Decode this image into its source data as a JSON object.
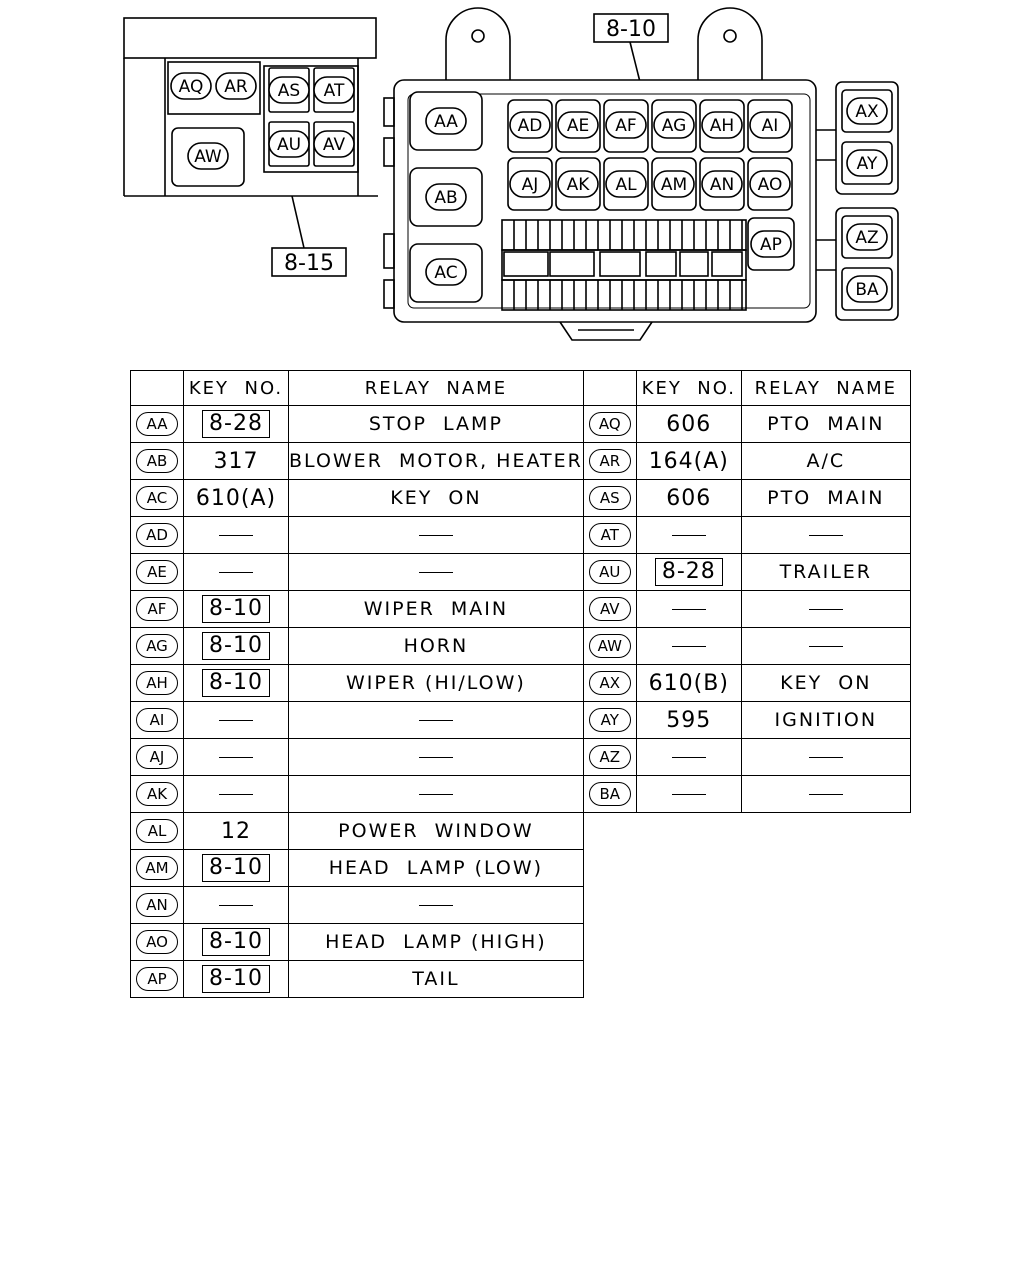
{
  "diagram": {
    "ref_8_10": "8-10",
    "ref_8_15": "8-15",
    "left_block": [
      "AQ",
      "AR",
      "AS",
      "AT",
      "AU",
      "AV",
      "AW"
    ],
    "main_big": [
      "AA",
      "AB",
      "AC"
    ],
    "main_row1": [
      "AD",
      "AE",
      "AF",
      "AG",
      "AH",
      "AI"
    ],
    "main_row2": [
      "AJ",
      "AK",
      "AL",
      "AM",
      "AN",
      "AO"
    ],
    "main_extra": "AP",
    "right_top": [
      "AX",
      "AY"
    ],
    "right_bottom": [
      "AZ",
      "BA"
    ]
  },
  "table": {
    "header_key": "KEY  NO.",
    "header_relay": "RELAY  NAME",
    "left_rows": [
      {
        "key": "AA",
        "code": "8-28",
        "boxed": true,
        "name": "STOP  LAMP"
      },
      {
        "key": "AB",
        "code": "317",
        "boxed": false,
        "name": "BLOWER  MOTOR, HEATER"
      },
      {
        "key": "AC",
        "code": "610(A)",
        "boxed": false,
        "name": "KEY  ON"
      },
      {
        "key": "AD",
        "code": "",
        "boxed": false,
        "name": ""
      },
      {
        "key": "AE",
        "code": "",
        "boxed": false,
        "name": ""
      },
      {
        "key": "AF",
        "code": "8-10",
        "boxed": true,
        "name": "WIPER  MAIN"
      },
      {
        "key": "AG",
        "code": "8-10",
        "boxed": true,
        "name": "HORN"
      },
      {
        "key": "AH",
        "code": "8-10",
        "boxed": true,
        "name": "WIPER (HI/LOW)"
      },
      {
        "key": "AI",
        "code": "",
        "boxed": false,
        "name": ""
      },
      {
        "key": "AJ",
        "code": "",
        "boxed": false,
        "name": ""
      },
      {
        "key": "AK",
        "code": "",
        "boxed": false,
        "name": ""
      },
      {
        "key": "AL",
        "code": "12",
        "boxed": false,
        "name": "POWER  WINDOW"
      },
      {
        "key": "AM",
        "code": "8-10",
        "boxed": true,
        "name": "HEAD  LAMP (LOW)"
      },
      {
        "key": "AN",
        "code": "",
        "boxed": false,
        "name": ""
      },
      {
        "key": "AO",
        "code": "8-10",
        "boxed": true,
        "name": "HEAD  LAMP (HIGH)"
      },
      {
        "key": "AP",
        "code": "8-10",
        "boxed": true,
        "name": "TAIL"
      }
    ],
    "right_rows": [
      {
        "key": "AQ",
        "code": "606",
        "boxed": false,
        "name": "PTO  MAIN"
      },
      {
        "key": "AR",
        "code": "164(A)",
        "boxed": false,
        "name": "A/C"
      },
      {
        "key": "AS",
        "code": "606",
        "boxed": false,
        "name": "PTO  MAIN"
      },
      {
        "key": "AT",
        "code": "",
        "boxed": false,
        "name": ""
      },
      {
        "key": "AU",
        "code": "8-28",
        "boxed": true,
        "name": "TRAILER"
      },
      {
        "key": "AV",
        "code": "",
        "boxed": false,
        "name": ""
      },
      {
        "key": "AW",
        "code": "",
        "boxed": false,
        "name": ""
      },
      {
        "key": "AX",
        "code": "610(B)",
        "boxed": false,
        "name": "KEY  ON"
      },
      {
        "key": "AY",
        "code": "595",
        "boxed": false,
        "name": "IGNITION"
      },
      {
        "key": "AZ",
        "code": "",
        "boxed": false,
        "name": ""
      },
      {
        "key": "BA",
        "code": "",
        "boxed": false,
        "name": ""
      }
    ]
  }
}
